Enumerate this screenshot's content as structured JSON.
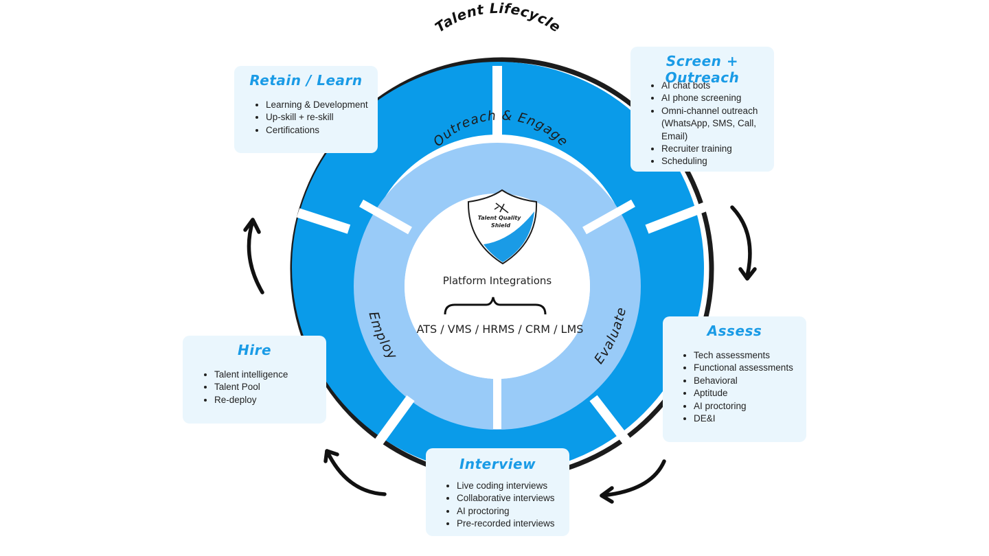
{
  "diagram": {
    "title": "Talent Lifecycle",
    "ring_labels": {
      "top": "Outreach & Engage",
      "left": "Employ",
      "right": "Evaluate"
    },
    "center": {
      "shield_text_line1": "Talent Quality",
      "shield_text_line2": "Shield",
      "platform_title": "Platform Integrations",
      "platform_list": "ATS / VMS / HRMS / CRM / LMS"
    },
    "colors": {
      "outer_ring": "#0a9be9",
      "inner_ring": "#99cbf8",
      "ring_border": "#1c1c1c",
      "card_bg": "#eaf6fd",
      "accent_text": "#1a9be6"
    },
    "cards": {
      "retain": {
        "title": "Retain / Learn",
        "items": [
          "Learning & Development",
          "Up-skill + re-skill",
          "Certifications"
        ]
      },
      "screen": {
        "title": "Screen + Outreach",
        "items": [
          "AI chat bots",
          "AI phone screening",
          "Omni-channel outreach (WhatsApp, SMS, Call, Email)",
          "Recruiter training",
          "Scheduling"
        ]
      },
      "assess": {
        "title": "Assess",
        "items": [
          "Tech assessments",
          "Functional assessments",
          "Behavioral",
          "Aptitude",
          "AI proctoring",
          "DE&I"
        ]
      },
      "interview": {
        "title": "Interview",
        "items": [
          "Live coding interviews",
          "Collaborative interviews",
          "AI proctoring",
          "Pre-recorded interviews"
        ]
      },
      "hire": {
        "title": "Hire",
        "items": [
          "Talent intelligence",
          "Talent Pool",
          "Re-deploy"
        ]
      }
    }
  }
}
